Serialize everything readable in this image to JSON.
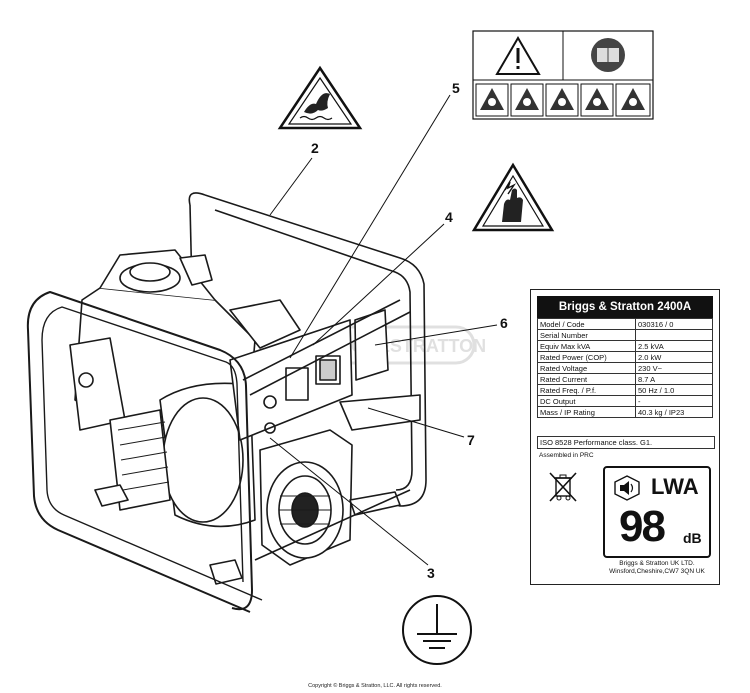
{
  "callouts": [
    "2",
    "5",
    "4",
    "6",
    "7",
    "3"
  ],
  "rating_plate": {
    "title": "Briggs & Stratton 2400A",
    "rows": [
      {
        "label": "Model / Code",
        "value": "030316 / 0"
      },
      {
        "label": "Serial Number",
        "value": ""
      },
      {
        "label": "Equiv Max kVA",
        "value": "2.5  kVA"
      },
      {
        "label": "Rated Power (COP)",
        "value": "2.0  kW"
      },
      {
        "label": "Rated Voltage",
        "value": "230  V~"
      },
      {
        "label": "Rated Current",
        "value": "8.7  A"
      },
      {
        "label": "Rated Freq. / P.f.",
        "value": "50 Hz  / 1.0"
      },
      {
        "label": "DC Output",
        "value": "-"
      },
      {
        "label": "Mass / IP Rating",
        "value": "40.3 kg / IP23"
      }
    ],
    "iso": "ISO 8528 Performance class. G1.",
    "assembled": "Assembled in PRC",
    "lwa_label": "LWA",
    "lwa_value": "98",
    "lwa_unit": "dB",
    "manufacturer_line1": "Briggs & Stratton UK LTD.",
    "manufacturer_line2": "Winsford,Cheshire,CW7 3QN UK"
  },
  "watermark": "BRIGGS&STRATTON",
  "copyright": "Copyright © Briggs & Stratton, LLC. All rights reserved.",
  "colors": {
    "line": "#1a1a1a",
    "plate_header": "#111111",
    "frame_fill": "#ffffff"
  }
}
